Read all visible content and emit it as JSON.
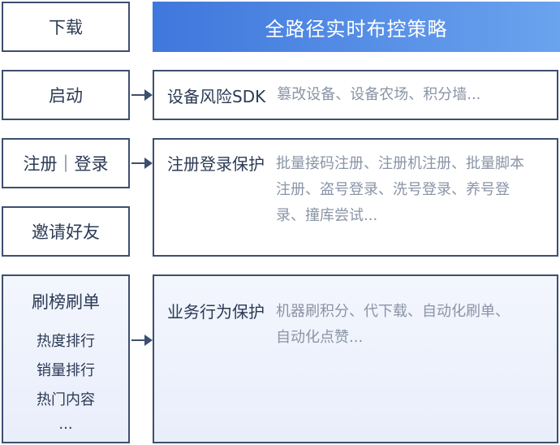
{
  "left": {
    "download": "下载",
    "launch": "启动",
    "register_login": "注册｜登录",
    "invite": "邀请好友",
    "ranking": {
      "title": "刷榜刷单",
      "items": [
        "热度排行",
        "销量排行",
        "热门内容",
        "..."
      ]
    }
  },
  "right": {
    "header": "全路径实时布控策略",
    "device": {
      "title": "设备风险SDK",
      "desc": "篡改设备、设备农场、积分墙..."
    },
    "account": {
      "title": "注册登录保护",
      "desc": "批量接码注册、注册机注册、批量脚本注册、盗号登录、洗号登录、养号登录、撞库尝试..."
    },
    "business": {
      "title": "业务行为保护",
      "desc": "机器刷积分、代下载、自动化刷单、自动化点赞..."
    }
  },
  "colors": {
    "border": "#3d4f70",
    "header_start": "#3f77dc",
    "header_end": "#6aa3ee",
    "desc_text": "#8a94a6"
  }
}
